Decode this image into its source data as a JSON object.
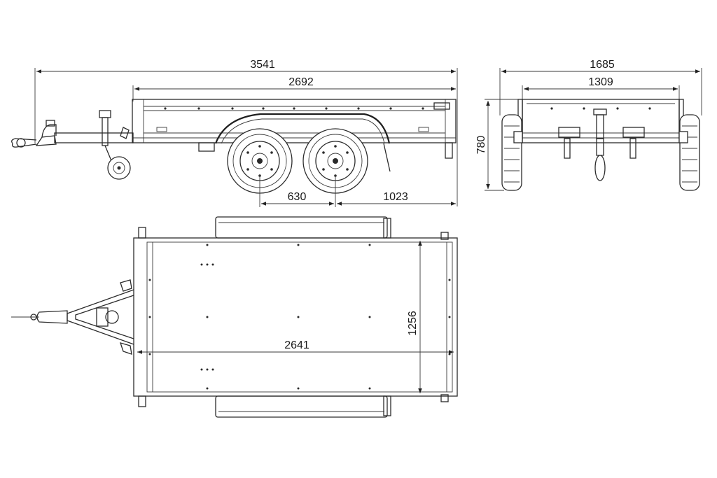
{
  "dimensions": {
    "overall_length": "3541",
    "box_length": "2692",
    "axle_spacing": "630",
    "rear_overhang": "1023",
    "overall_width": "1685",
    "box_width": "1309",
    "height": "780",
    "inner_width": "1256",
    "inner_length": "2641"
  }
}
